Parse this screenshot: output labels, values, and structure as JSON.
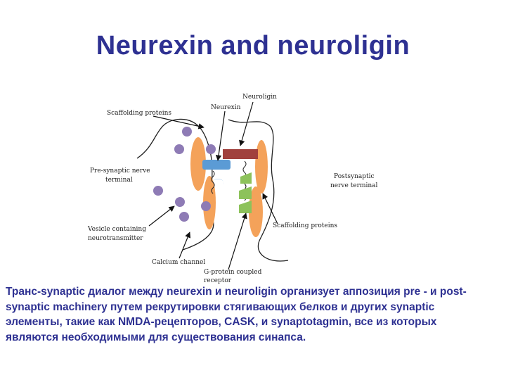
{
  "slide": {
    "title": "Neurexin and neuroligin",
    "caption": "Транс-synaptic диалог между neurexin и neuroligin организует аппозиция pre - и post-synaptic machinery путем рекрутировки стягивающих белков и других synaptic элементы, такие как NMDA-рецепторов, CASK, и synaptotagmin, все из которых являются необходимыми для существования синапса."
  },
  "diagram": {
    "labels": {
      "scaffolding_top": "Scaffolding proteins",
      "neurexin": "Neurexin",
      "neuroligin": "Neuroligin",
      "presynaptic_1": "Pre-synaptic nerve",
      "presynaptic_2": "terminal",
      "postsynaptic_1": "Postsynaptic",
      "postsynaptic_2": "nerve terminal",
      "scaffolding_right": "Scaffolding proteins",
      "vesicle_1": "Vesicle containing",
      "vesicle_2": "neurotransmitter",
      "calcium": "Calcium channel",
      "gprotein_1": "G-protein coupled",
      "gprotein_2": "receptor"
    },
    "colors": {
      "title": "#2e3192",
      "scaffold": "#f4a25a",
      "vesicle": "#8e7bb5",
      "neurexin": "#5b9bd5",
      "neuroligin": "#a0403d",
      "receptor": "#8dc25b",
      "calcium_channel": "#6fa8dc"
    }
  }
}
